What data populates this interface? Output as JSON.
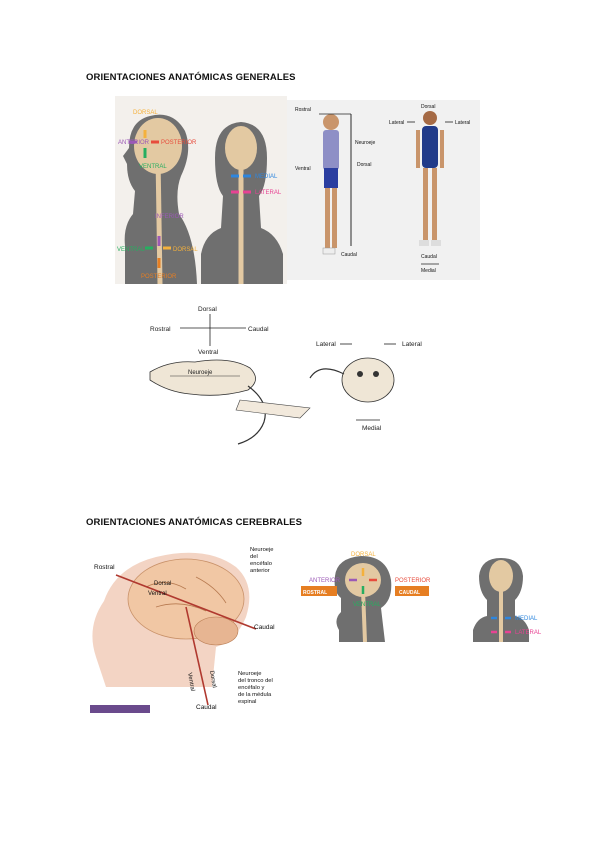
{
  "sections": {
    "general_title": "ORIENTACIONES ANATÓMICAS GENERALES",
    "cerebral_title": "ORIENTACIONES ANATÓMICAS CEREBRALES"
  },
  "fig1": {
    "dorsal": "DORSAL",
    "anterior": "ANTERIOR",
    "posterior": "POSTERIOR",
    "ventral": "VENTRAL",
    "inferior": "INFERIOR",
    "ventral2": "VENTRAL",
    "dorsal2": "DORSAL",
    "posterior2": "POSTERIOR",
    "medial": "MEDIAL",
    "lateral": "LATERAL"
  },
  "fig2": {
    "rostral": "Rostral",
    "neuroeje": "Neuroeje",
    "dorsal": "Dorsal",
    "ventral": "Ventral",
    "caudal": "Caudal",
    "dorsal_top": "Dorsal",
    "lateral_left": "Lateral",
    "lateral_right": "Lateral",
    "caudal2": "Caudal",
    "medial": "Medial"
  },
  "fig3": {
    "dorsal": "Dorsal",
    "rostral": "Rostral",
    "caudal": "Caudal",
    "ventral": "Ventral",
    "neuroeje": "Neuroeje",
    "lateral_left": "Lateral",
    "lateral_right": "Lateral",
    "medial": "Medial"
  },
  "fig4": {
    "rostral": "Rostral",
    "dorsal": "Dorsal",
    "ventral": "Ventral",
    "neuroeje_anterior": [
      "Neuroeje",
      "del",
      "encéfalo",
      "anterior"
    ],
    "caudal": "Caudal",
    "dorsal2": "Dorsal",
    "ventral2": "Ventral",
    "neuroeje_tronco": [
      "Neuroeje",
      "del tronco del",
      "encéfalo y",
      "de la médula",
      "espinal"
    ],
    "caudal2": "Caudal"
  },
  "fig5": {
    "dorsal": "DORSAL",
    "anterior": "ANTERIOR",
    "posterior": "POSTERIOR",
    "rostral": "ROSTRAL",
    "caudal": "CAUDAL",
    "ventral": "VENTRAL",
    "medial": "MEDIAL",
    "lateral": "LATERAL"
  }
}
